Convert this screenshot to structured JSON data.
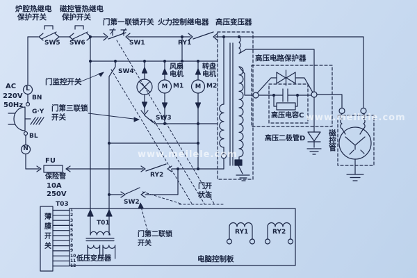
{
  "schematic": {
    "power": {
      "ac_line1": "AC",
      "ac_line2": "220V",
      "ac_line3": "50Hz",
      "live": "L",
      "neutral": "N",
      "wire_brown": "BN",
      "wire_ground": "G·Y",
      "wire_blue": "BL"
    },
    "fuse": {
      "ref": "FU",
      "name": "保险管",
      "rating_current": "10A",
      "rating_voltage": "250V"
    },
    "protection_switches": {
      "cavity_thermal_line1": "炉腔热继电",
      "cavity_thermal_line2": "保护开关",
      "magnetron_thermal_line1": "磁控管热继电",
      "magnetron_thermal_line2": "保护开关",
      "sw5": "SW5",
      "sw6": "SW6"
    },
    "door_switches": {
      "first_interlock": "门第一联锁开关",
      "sw1": "SW1",
      "monitor": "门监控开关",
      "sw4": "SW4",
      "third_interlock_line1": "门第三联锁",
      "third_interlock_line2": "开关",
      "sw3": "SW3",
      "second_interlock_line1": "门第二联锁",
      "second_interlock_line2": "开关",
      "sw2": "SW2",
      "door_open_line1": "门开",
      "door_open_line2": "状态"
    },
    "relays": {
      "power_control": "火力控制继电器",
      "ry1": "RY1",
      "ry2": "RY2",
      "ry1_coil": "RY1",
      "ry2_coil": "RY2"
    },
    "motors": {
      "fan_line1": "风扇",
      "fan_line2": "电机",
      "m_symbol": "M",
      "m1": "M1",
      "turntable_line1": "转盘",
      "turntable_line2": "电机",
      "m2": "M2"
    },
    "hv_section": {
      "transformer": "高压变压器",
      "protector": "高压电路保护器",
      "capacitor": "高压电容C",
      "diode": "高压二极管D",
      "magnetron": "磁控管"
    },
    "control_board": {
      "name": "电脑控制板",
      "membrane_ref": "T03",
      "membrane_name": "薄膜开关",
      "lv_transformer_ref": "T01",
      "lv_transformer_name": "低压变压器",
      "pins": [
        "1",
        "2",
        "3",
        "4",
        "5",
        "6",
        "7",
        "8",
        "9",
        "10",
        "11",
        "12"
      ]
    },
    "watermark": "www.meilele.com"
  }
}
